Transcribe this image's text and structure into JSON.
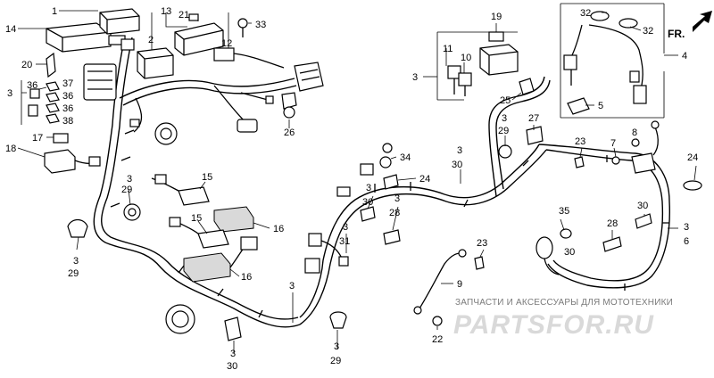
{
  "callouts": [
    {
      "id": "c1",
      "text": "1"
    },
    {
      "id": "c14",
      "text": "14"
    },
    {
      "id": "c13",
      "text": "13"
    },
    {
      "id": "c21",
      "text": "21"
    },
    {
      "id": "c2",
      "text": "2"
    },
    {
      "id": "c12",
      "text": "12"
    },
    {
      "id": "c33",
      "text": "33"
    },
    {
      "id": "c20",
      "text": "20"
    },
    {
      "id": "c3a",
      "text": "3"
    },
    {
      "id": "c36a",
      "text": "36"
    },
    {
      "id": "c37",
      "text": "37"
    },
    {
      "id": "c36b",
      "text": "36"
    },
    {
      "id": "c36c",
      "text": "36"
    },
    {
      "id": "c38",
      "text": "38"
    },
    {
      "id": "c17",
      "text": "17"
    },
    {
      "id": "c18",
      "text": "18"
    },
    {
      "id": "c26",
      "text": "26"
    },
    {
      "id": "c19",
      "text": "19"
    },
    {
      "id": "c11",
      "text": "11"
    },
    {
      "id": "c10",
      "text": "10"
    },
    {
      "id": "c3b",
      "text": "3"
    },
    {
      "id": "c25",
      "text": "25"
    },
    {
      "id": "c32a",
      "text": "32"
    },
    {
      "id": "c32b",
      "text": "32"
    },
    {
      "id": "c4",
      "text": "4"
    },
    {
      "id": "c5",
      "text": "5"
    },
    {
      "id": "c3c",
      "text": "3"
    },
    {
      "id": "c29a",
      "text": "29"
    },
    {
      "id": "c27",
      "text": "27"
    },
    {
      "id": "c23a",
      "text": "23"
    },
    {
      "id": "c7",
      "text": "7"
    },
    {
      "id": "c8",
      "text": "8"
    },
    {
      "id": "c3d",
      "text": "3"
    },
    {
      "id": "c30a",
      "text": "30"
    },
    {
      "id": "c34",
      "text": "34"
    },
    {
      "id": "c24a",
      "text": "24"
    },
    {
      "id": "c24b",
      "text": "24"
    },
    {
      "id": "c3e",
      "text": "3"
    },
    {
      "id": "c29b",
      "text": "29"
    },
    {
      "id": "c15a",
      "text": "15"
    },
    {
      "id": "c3f",
      "text": "3"
    },
    {
      "id": "c30b",
      "text": "30"
    },
    {
      "id": "c3g",
      "text": "3"
    },
    {
      "id": "c28a",
      "text": "28"
    },
    {
      "id": "c15b",
      "text": "15"
    },
    {
      "id": "c16a",
      "text": "16"
    },
    {
      "id": "c35",
      "text": "35"
    },
    {
      "id": "c28b",
      "text": "28"
    },
    {
      "id": "c30c",
      "text": "30"
    },
    {
      "id": "c3h",
      "text": "3"
    },
    {
      "id": "c6",
      "text": "6"
    },
    {
      "id": "c3i",
      "text": "3"
    },
    {
      "id": "c29c",
      "text": "29"
    },
    {
      "id": "c3j",
      "text": "3"
    },
    {
      "id": "c31",
      "text": "31"
    },
    {
      "id": "c23b",
      "text": "23"
    },
    {
      "id": "c30d",
      "text": "30"
    },
    {
      "id": "c16b",
      "text": "16"
    },
    {
      "id": "c3k",
      "text": "3"
    },
    {
      "id": "c9",
      "text": "9"
    },
    {
      "id": "c22",
      "text": "22"
    },
    {
      "id": "c3l",
      "text": "3"
    },
    {
      "id": "c30e",
      "text": "30"
    },
    {
      "id": "c3m",
      "text": "3"
    },
    {
      "id": "c29d",
      "text": "29"
    }
  ],
  "direction_label": "FR.",
  "watermark": {
    "caption": "ЗАПЧАСТИ И АКСЕССУАРЫ ДЛЯ МОТОТЕХНИКИ",
    "logo": "PARTSFOR.RU"
  }
}
